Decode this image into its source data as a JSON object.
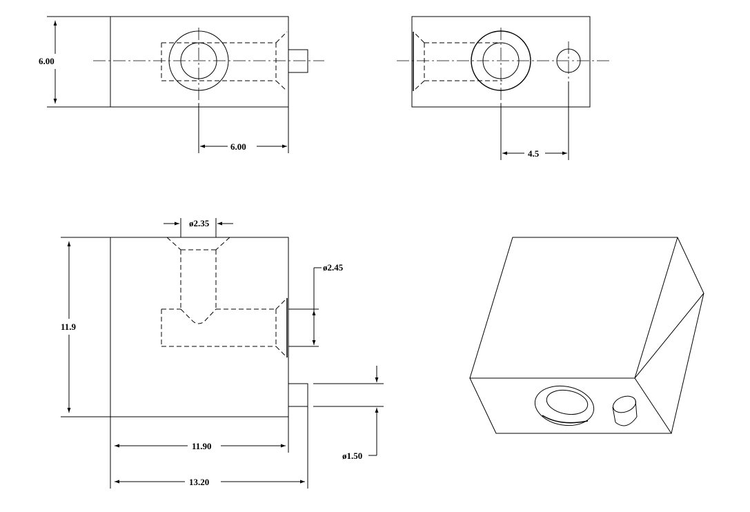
{
  "colors": {
    "background": "#ffffff",
    "line": "#000000"
  },
  "dimensions": {
    "front_height": "6.00",
    "front_hole_offset": "6.00",
    "side_hole_spacing": "4.5",
    "top_countersink_dia": "ø2.35",
    "side_countersink_dia": "ø2.45",
    "top_height": "11.9",
    "top_width": "11.90",
    "overall_width": "13.20",
    "pin_dia": "ø1.50"
  }
}
